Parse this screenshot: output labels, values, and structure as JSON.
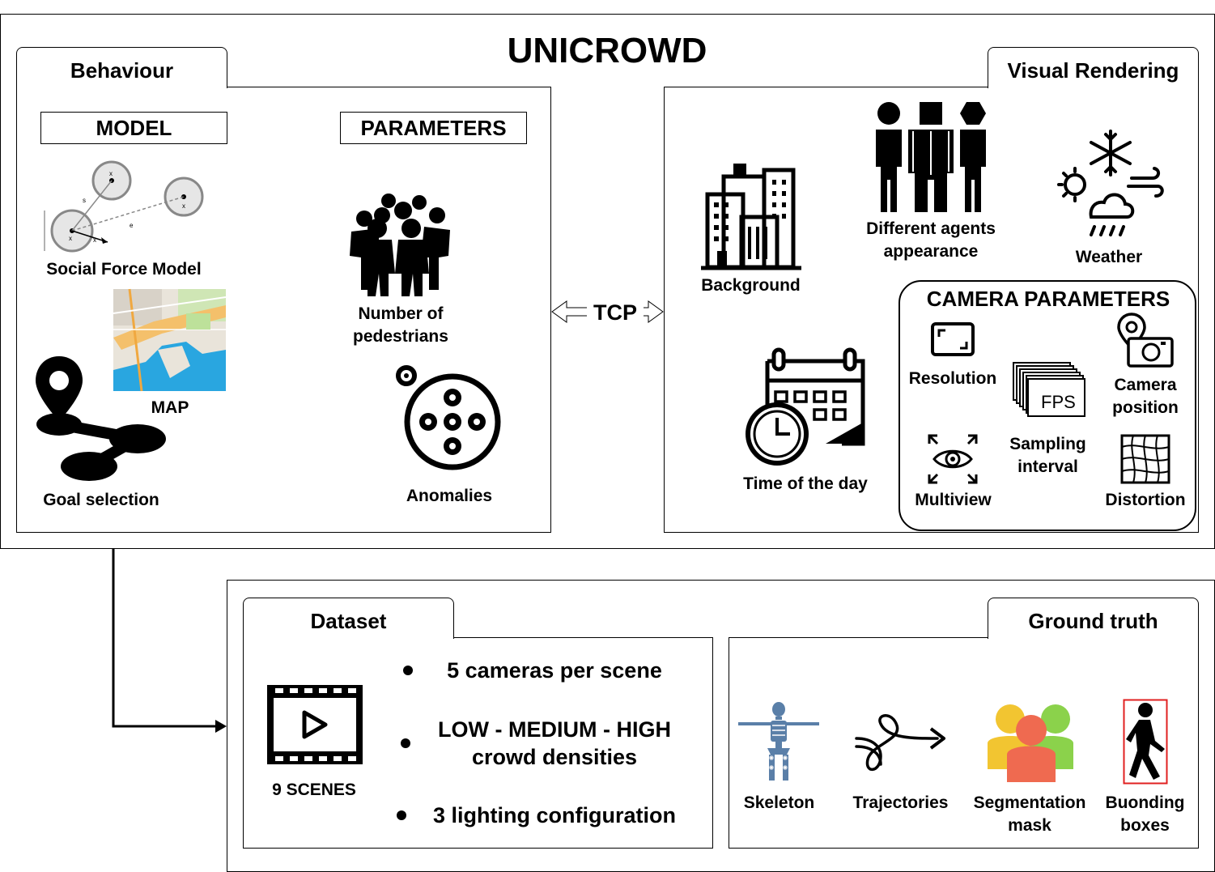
{
  "title": "UNICROWD",
  "behaviour": {
    "tab": "Behaviour",
    "model_header": "MODEL",
    "parameters_header": "PARAMETERS",
    "social_force_model": "Social Force Model",
    "map": "MAP",
    "goal_selection": "Goal selection",
    "number_of_pedestrians": "Number of pedestrians",
    "anomalies": "Anomalies"
  },
  "link": "TCP",
  "visual_rendering": {
    "tab": "Visual Rendering",
    "background": "Background",
    "agents_appearance": "Different agents appearance",
    "weather": "Weather",
    "time_of_day": "Time of the day",
    "camera_parameters": {
      "title": "CAMERA PARAMETERS",
      "resolution": "Resolution",
      "camera_position": "Camera position",
      "fps_icon_text": "FPS",
      "sampling_interval": "Sampling interval",
      "multiview": "Multiview",
      "distortion": "Distortion"
    }
  },
  "dataset": {
    "tab": "Dataset",
    "scenes": "9 SCENES",
    "bullets": [
      "5 cameras per scene",
      "LOW - MEDIUM - HIGH crowd densities",
      "3 lighting configuration"
    ]
  },
  "ground_truth": {
    "tab": "Ground truth",
    "skeleton": "Skeleton",
    "trajectories": "Trajectories",
    "segmentation_mask": "Segmentation mask",
    "bounding_boxes": "Buonding boxes"
  },
  "sfm_figure_labels": {
    "xj": "x",
    "xk": "x",
    "xi": "x",
    "sij": "s",
    "eik": "e",
    "xi_dot": "x"
  },
  "colors": {
    "skeleton_blue": "#5a7fa8",
    "seg_yellow": "#f2c531",
    "seg_green": "#8bd24b",
    "seg_red": "#ef6a50",
    "bbox_red": "#e02020",
    "map_water": "#29a6e0"
  }
}
